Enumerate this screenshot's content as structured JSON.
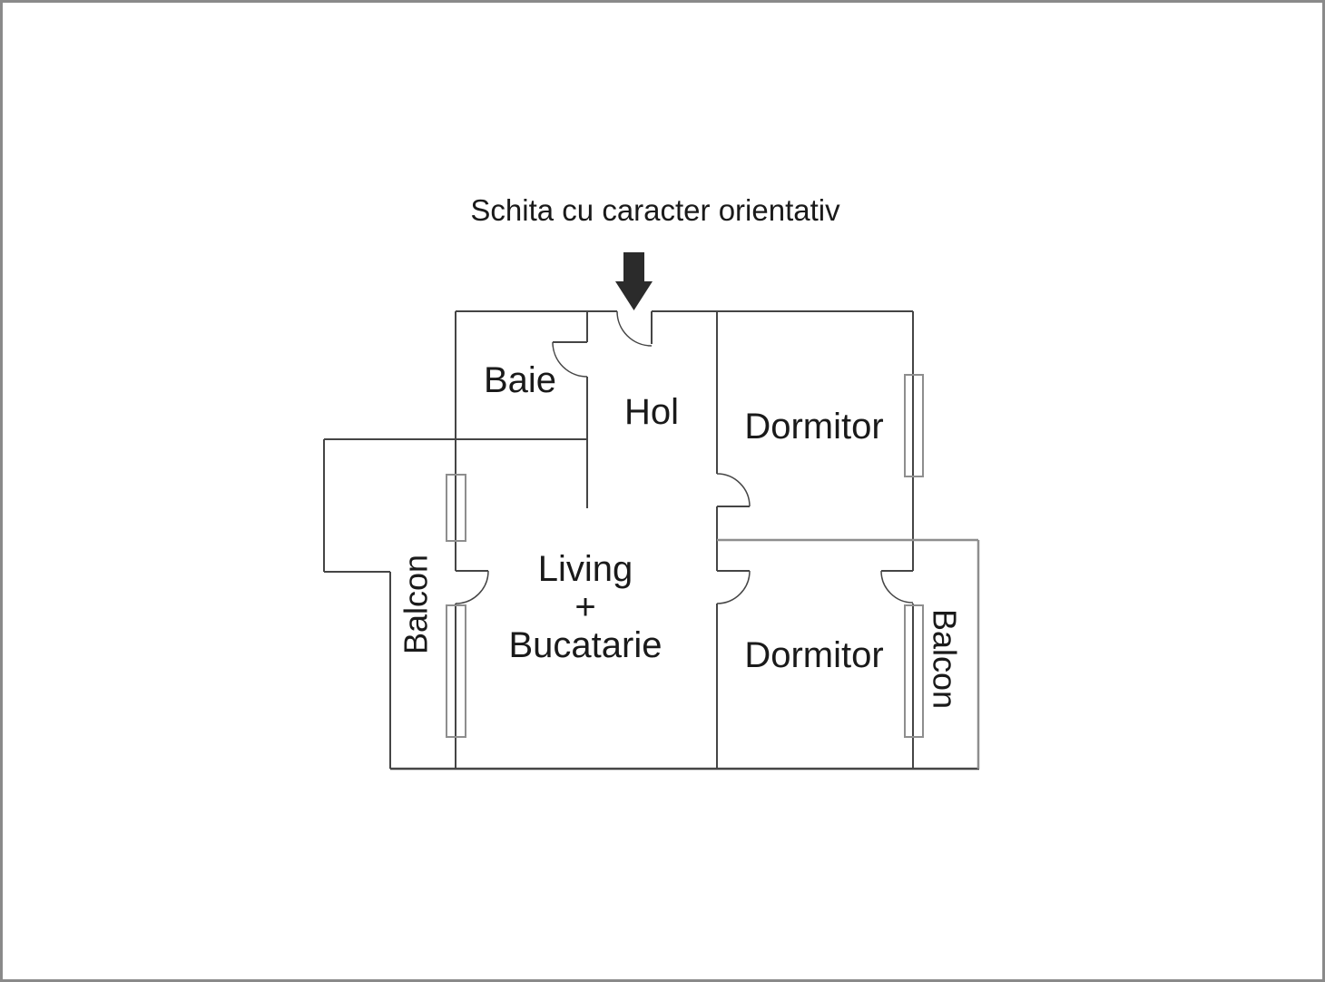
{
  "title": "Schita cu caracter orientativ",
  "rooms": {
    "baie": "Baie",
    "hol": "Hol",
    "dormitor_top": "Dormitor",
    "dormitor_bottom": "Dormitor",
    "living_line1": "Living",
    "living_line2": "+",
    "living_line3": "Bucatarie",
    "balcon_left": "Balcon",
    "balcon_right": "Balcon"
  },
  "colors": {
    "background": "#ffffff",
    "wall": "#454545",
    "light_wall": "#8e8e8e",
    "frame": "#8a8a8a",
    "text": "#1a1a1a",
    "arrow": "#2b2b2b"
  }
}
